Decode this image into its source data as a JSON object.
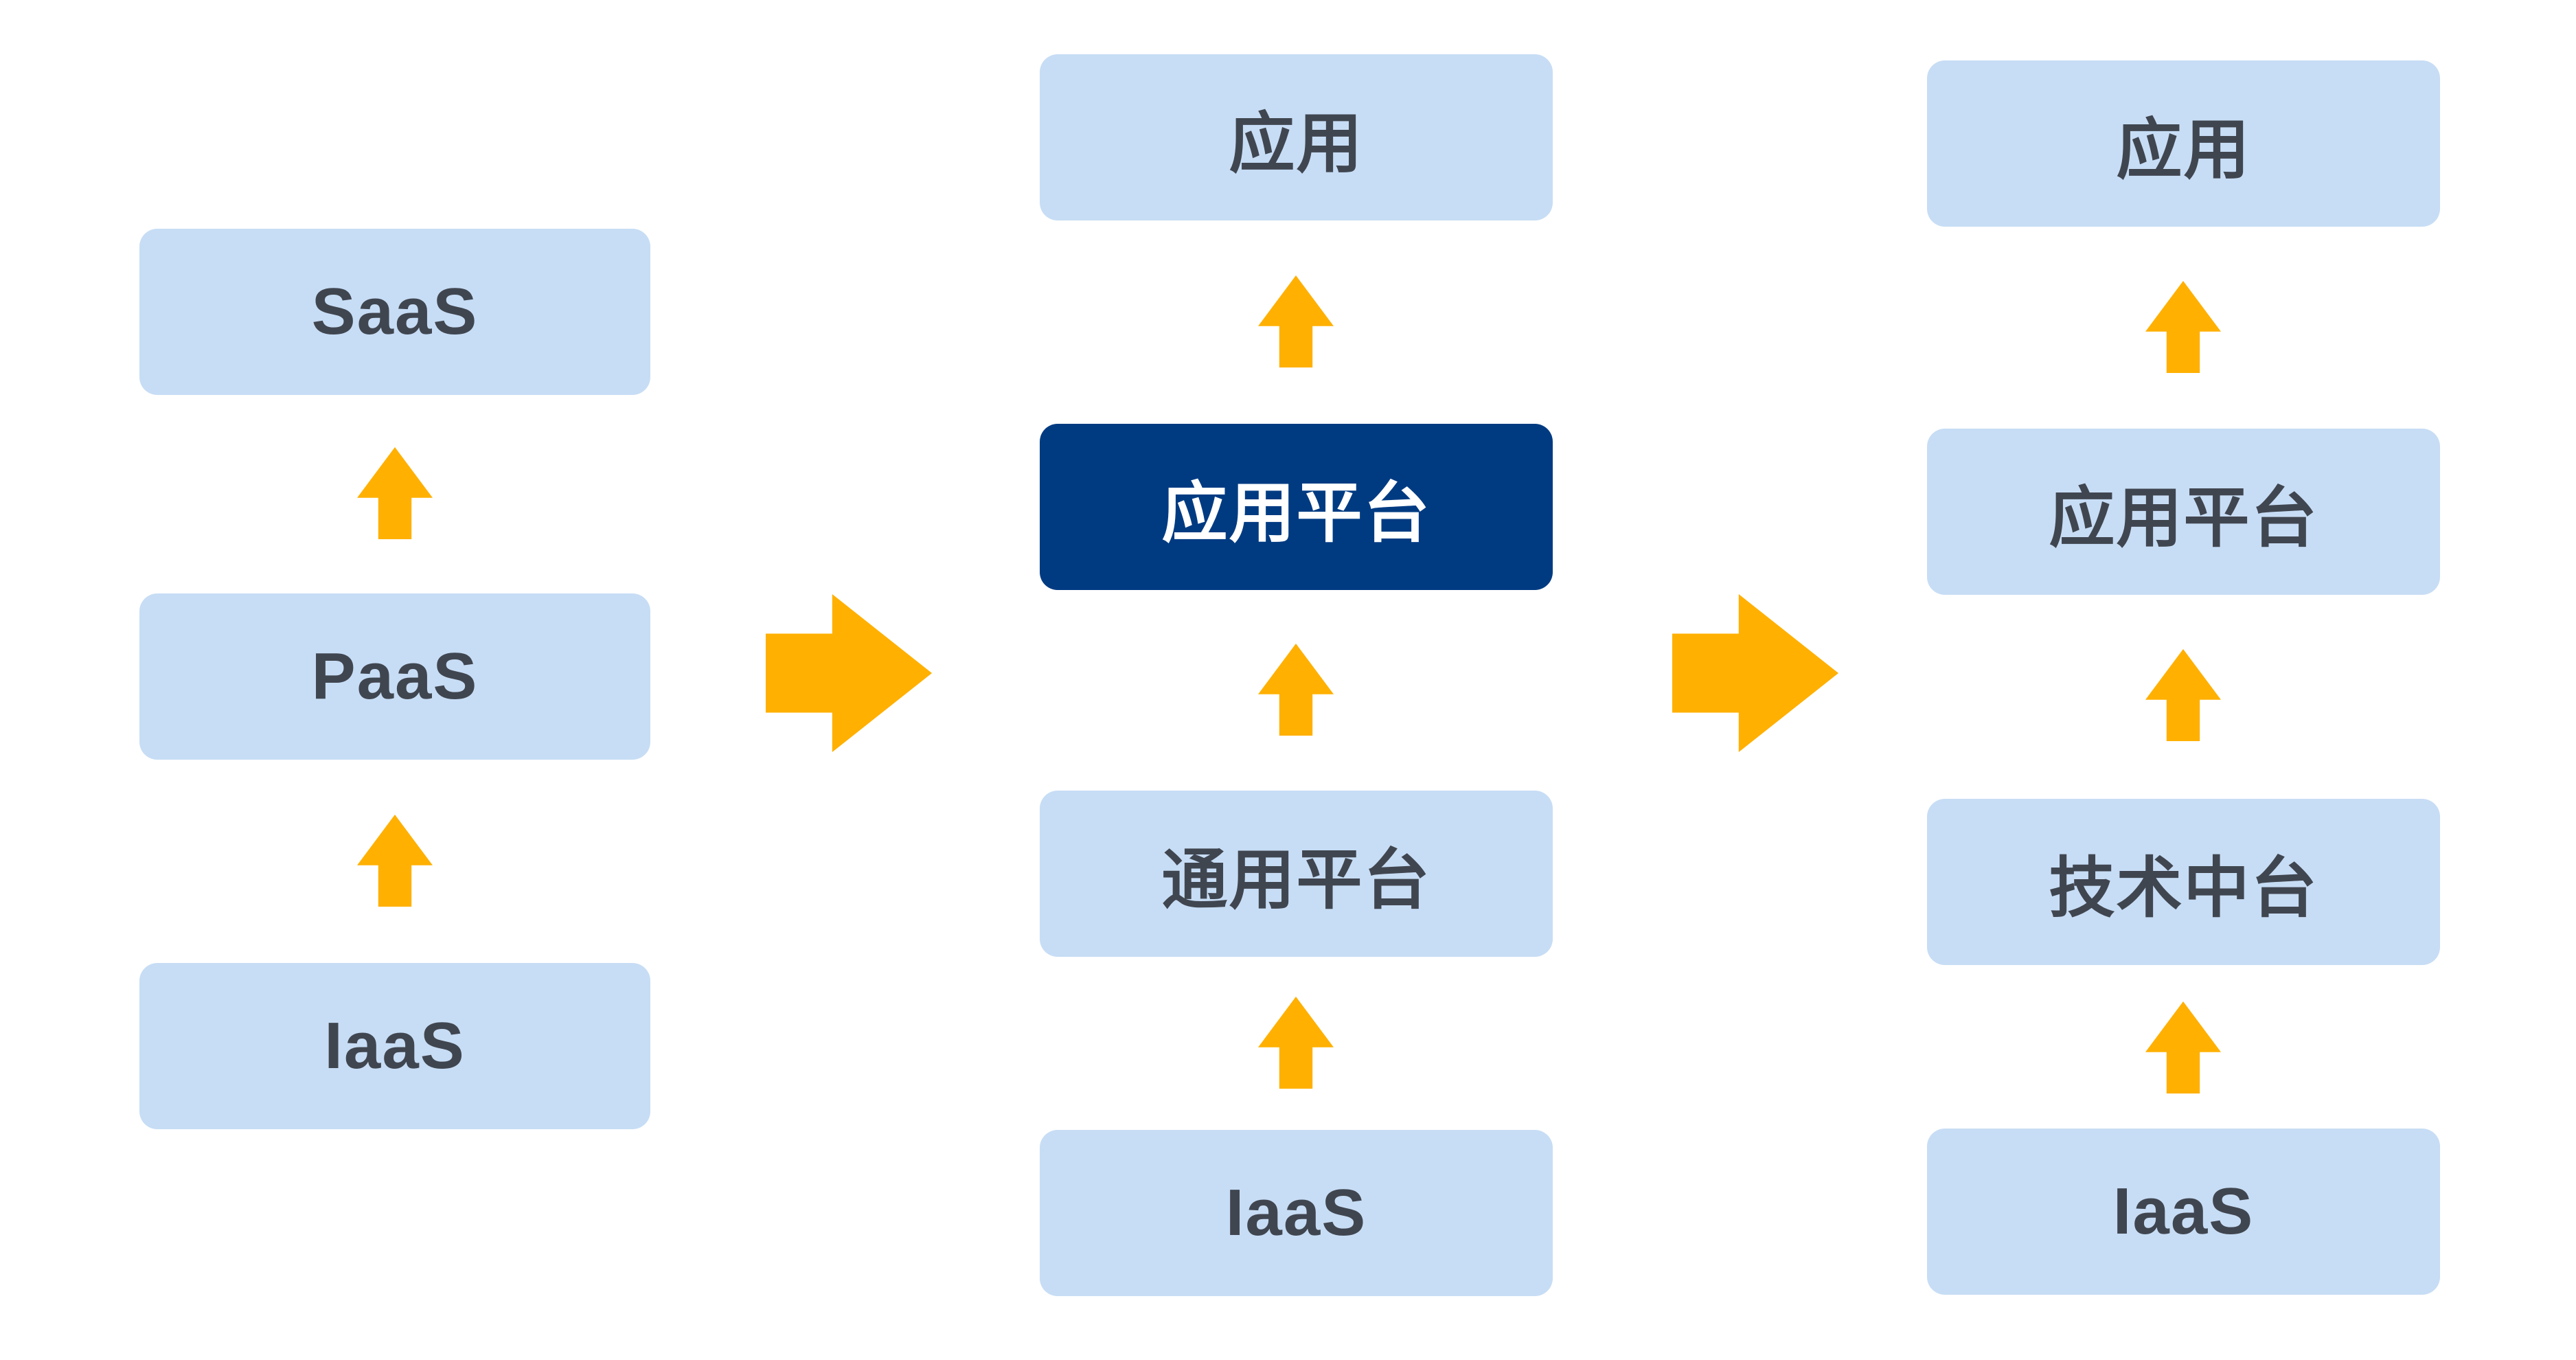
{
  "colors": {
    "background": "#FFFFFF",
    "box_light_fill": "#C7DDF5",
    "box_dark_fill": "#003B82",
    "box_text_dark": "#404650",
    "box_text_light": "#FFFFFF",
    "arrow_orange": "#FFB000"
  },
  "icons": {
    "up_arrow": "solid-up-arrow",
    "right_arrow": "solid-right-arrow"
  },
  "diagram": {
    "columns": [
      {
        "name": "cloud-service-stack",
        "boxes": [
          {
            "label": "SaaS",
            "variant": "light"
          },
          {
            "label": "PaaS",
            "variant": "light"
          },
          {
            "label": "IaaS",
            "variant": "light"
          }
        ]
      },
      {
        "name": "platform-stack",
        "boxes": [
          {
            "label": "应用",
            "variant": "light"
          },
          {
            "label": "应用平台",
            "variant": "dark"
          },
          {
            "label": "通用平台",
            "variant": "light"
          },
          {
            "label": "IaaS",
            "variant": "light"
          }
        ]
      },
      {
        "name": "middle-office-stack",
        "boxes": [
          {
            "label": "应用",
            "variant": "light"
          },
          {
            "label": "应用平台",
            "variant": "light"
          },
          {
            "label": "技术中台",
            "variant": "light"
          },
          {
            "label": "IaaS",
            "variant": "light"
          }
        ]
      }
    ]
  }
}
